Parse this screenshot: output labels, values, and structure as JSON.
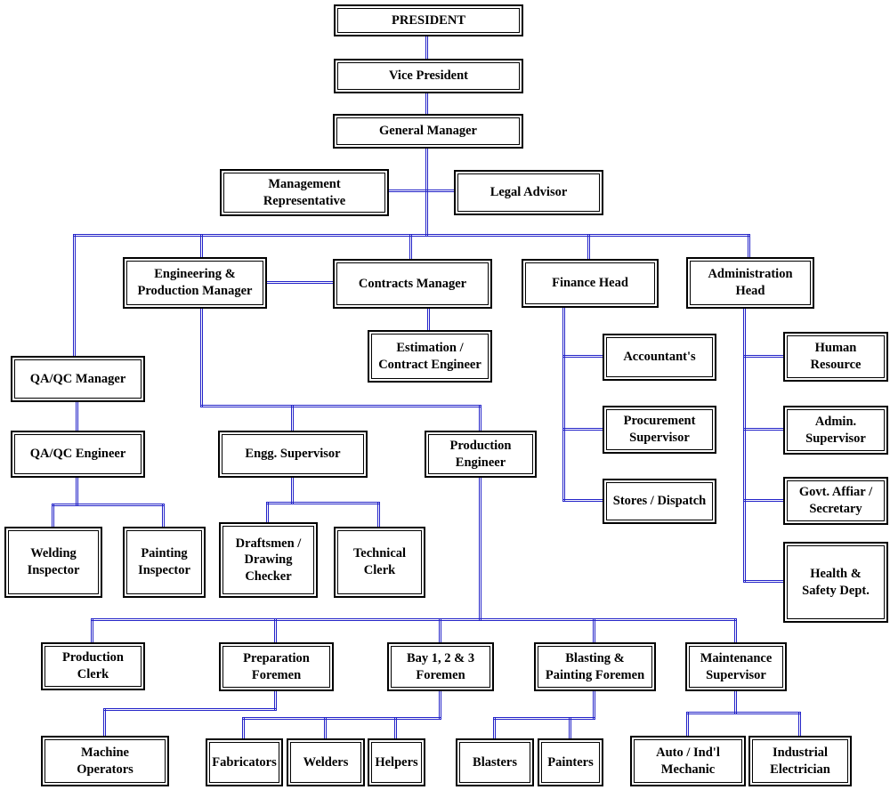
{
  "chart": {
    "type": "org-chart",
    "colors": {
      "line_color": "#2323c8",
      "box_border": "#000000",
      "box_background": "#ffffff",
      "text_color": "#000000"
    },
    "nodes": {
      "president": "PRESIDENT",
      "vice_president": "Vice President",
      "general_manager": "General Manager",
      "management_representative": "Management\nRepresentative",
      "legal_advisor": "Legal Advisor",
      "eng_prod_manager": "Engineering &\nProduction Manager",
      "contracts_manager": "Contracts Manager",
      "finance_head": "Finance Head",
      "admin_head": "Administration\nHead",
      "estimation_contract_engineer": "Estimation /\nContract Engineer",
      "qaqc_manager": "QA/QC Manager",
      "qaqc_engineer": "QA/QC Engineer",
      "engg_supervisor": "Engg. Supervisor",
      "production_engineer": "Production\nEngineer",
      "accountants": "Accountant's",
      "procurement_supervisor": "Procurement\nSupervisor",
      "stores_dispatch": "Stores / Dispatch",
      "human_resource": "Human\nResource",
      "admin_supervisor": "Admin.\nSupervisor",
      "govt_affair_secretary": "Govt. Affiar /\nSecretary",
      "health_safety": "Health &\nSafety Dept.",
      "welding_inspector": "Welding\nInspector",
      "painting_inspector": "Painting\nInspector",
      "draftsmen_drawing_checker": "Draftsmen /\nDrawing\nChecker",
      "technical_clerk": "Technical\nClerk",
      "production_clerk": "Production\nClerk",
      "preparation_foremen": "Preparation\nForemen",
      "bay_foremen": "Bay 1, 2 & 3\nForemen",
      "blasting_painting_foremen": "Blasting &\nPainting Foremen",
      "maintenance_supervisor": "Maintenance\nSupervisor",
      "machine_operators": "Machine\nOperators",
      "fabricators": "Fabricators",
      "welders": "Welders",
      "helpers": "Helpers",
      "blasters": "Blasters",
      "painters": "Painters",
      "auto_indl_mechanic": "Auto / Ind'l\nMechanic",
      "industrial_electrician": "Industrial\nElectrician"
    }
  }
}
